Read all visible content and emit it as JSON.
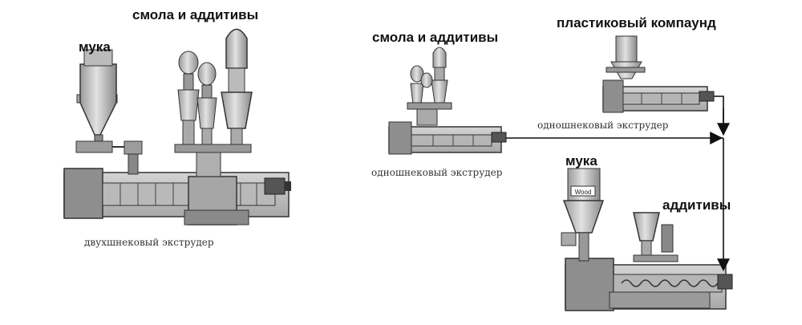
{
  "left_diagram": {
    "label_flour": "мука",
    "label_resin": "смола и аддитивы",
    "caption": "двухшнековый экструдер"
  },
  "right_diagram": {
    "label_resin": "смола  и  аддитивы",
    "label_compound": "пластиковый компаунд",
    "caption_top": "одношнековый экструдер",
    "caption_left": "одношнековый экструдер",
    "label_flour": "мука",
    "label_additives": "аддитивы",
    "hopper_tag": "Wood"
  },
  "colors": {
    "machine_fill": "#c9c9c9",
    "machine_dark": "#7a7a7a",
    "outline": "#333333",
    "arrow": "#111111"
  }
}
